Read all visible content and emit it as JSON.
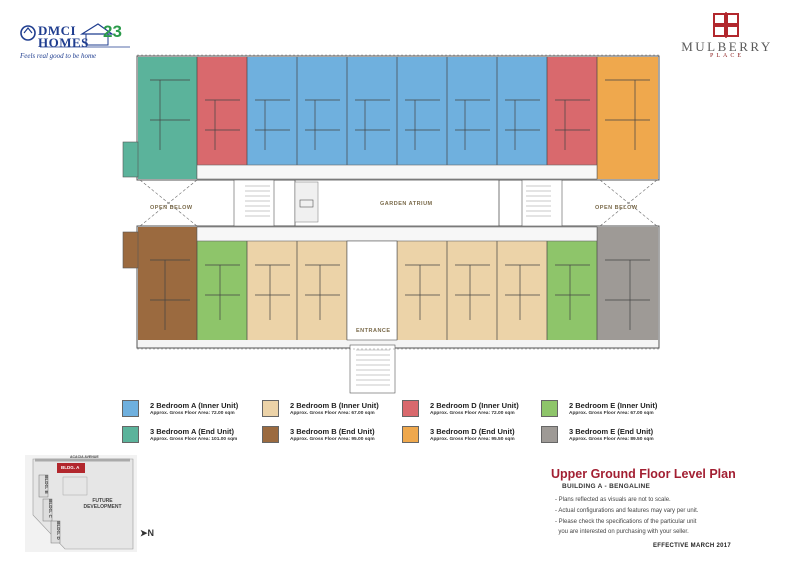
{
  "brand": {
    "dmci_name": "DMCI HOMES",
    "dmci_tagline": "Feels real good to be home",
    "dmci_badge": "23",
    "project_name": "MULBERRY",
    "project_sub": "PLACE"
  },
  "plan_labels": {
    "open_below_left": "OPEN BELOW",
    "open_below_right": "OPEN BELOW",
    "garden_atrium": "GARDEN ATRIUM",
    "entrance": "ENTRANCE"
  },
  "colors": {
    "2br_a": "#6fb0de",
    "2br_b": "#ecd3a8",
    "2br_d": "#d9696d",
    "2br_e": "#8ec56a",
    "3br_a": "#5bb39b",
    "3br_b": "#9b6a3f",
    "3br_d": "#efa84d",
    "3br_e": "#9e9a96",
    "bldg_highlight": "#b2272d"
  },
  "legend": [
    {
      "name": "2 Bedroom A (Inner Unit)",
      "area": "Approx. Gross Floor Area: 72.00 sqm",
      "color": "#6fb0de"
    },
    {
      "name": "2 Bedroom B (Inner Unit)",
      "area": "Approx. Gross Floor Area: 67.00 sqm",
      "color": "#ecd3a8"
    },
    {
      "name": "2 Bedroom D (Inner Unit)",
      "area": "Approx. Gross Floor Area: 72.00 sqm",
      "color": "#d9696d"
    },
    {
      "name": "2 Bedroom E (Inner Unit)",
      "area": "Approx. Gross Floor Area: 67.00 sqm",
      "color": "#8ec56a"
    },
    {
      "name": "3 Bedroom A (End Unit)",
      "area": "Approx. Gross Floor Area: 101.00 sqm",
      "color": "#5bb39b"
    },
    {
      "name": "3 Bedroom B (End Unit)",
      "area": "Approx. Gross Floor Area: 95.00 sqm",
      "color": "#9b6a3f"
    },
    {
      "name": "3 Bedroom D (End Unit)",
      "area": "Approx. Gross Floor Area: 95.50 sqm",
      "color": "#efa84d"
    },
    {
      "name": "3 Bedroom E (End Unit)",
      "area": "Approx. Gross Floor Area: 89.50 sqm",
      "color": "#9e9a96"
    }
  ],
  "key_map": {
    "bldg_a": "BLDG. A",
    "bldg_b": "BLDG. B",
    "bldg_c": "BLDG. C",
    "bldg_d": "BLDG. D",
    "future_dev": "FUTURE DEVELOPMENT",
    "road": "ACACIA AVENUE",
    "north": "N"
  },
  "title_block": {
    "title": "Upper Ground Floor Level Plan",
    "subtitle": "BUILDING A - BENGALINE",
    "notes": [
      "- Plans reflected as visuals are not to scale.",
      "- Actual configurations and features may vary per unit.",
      "- Please check the specifications of the particular unit",
      "  you are interested on purchasing with your seller."
    ],
    "effective": "EFFECTIVE MARCH  2017"
  }
}
